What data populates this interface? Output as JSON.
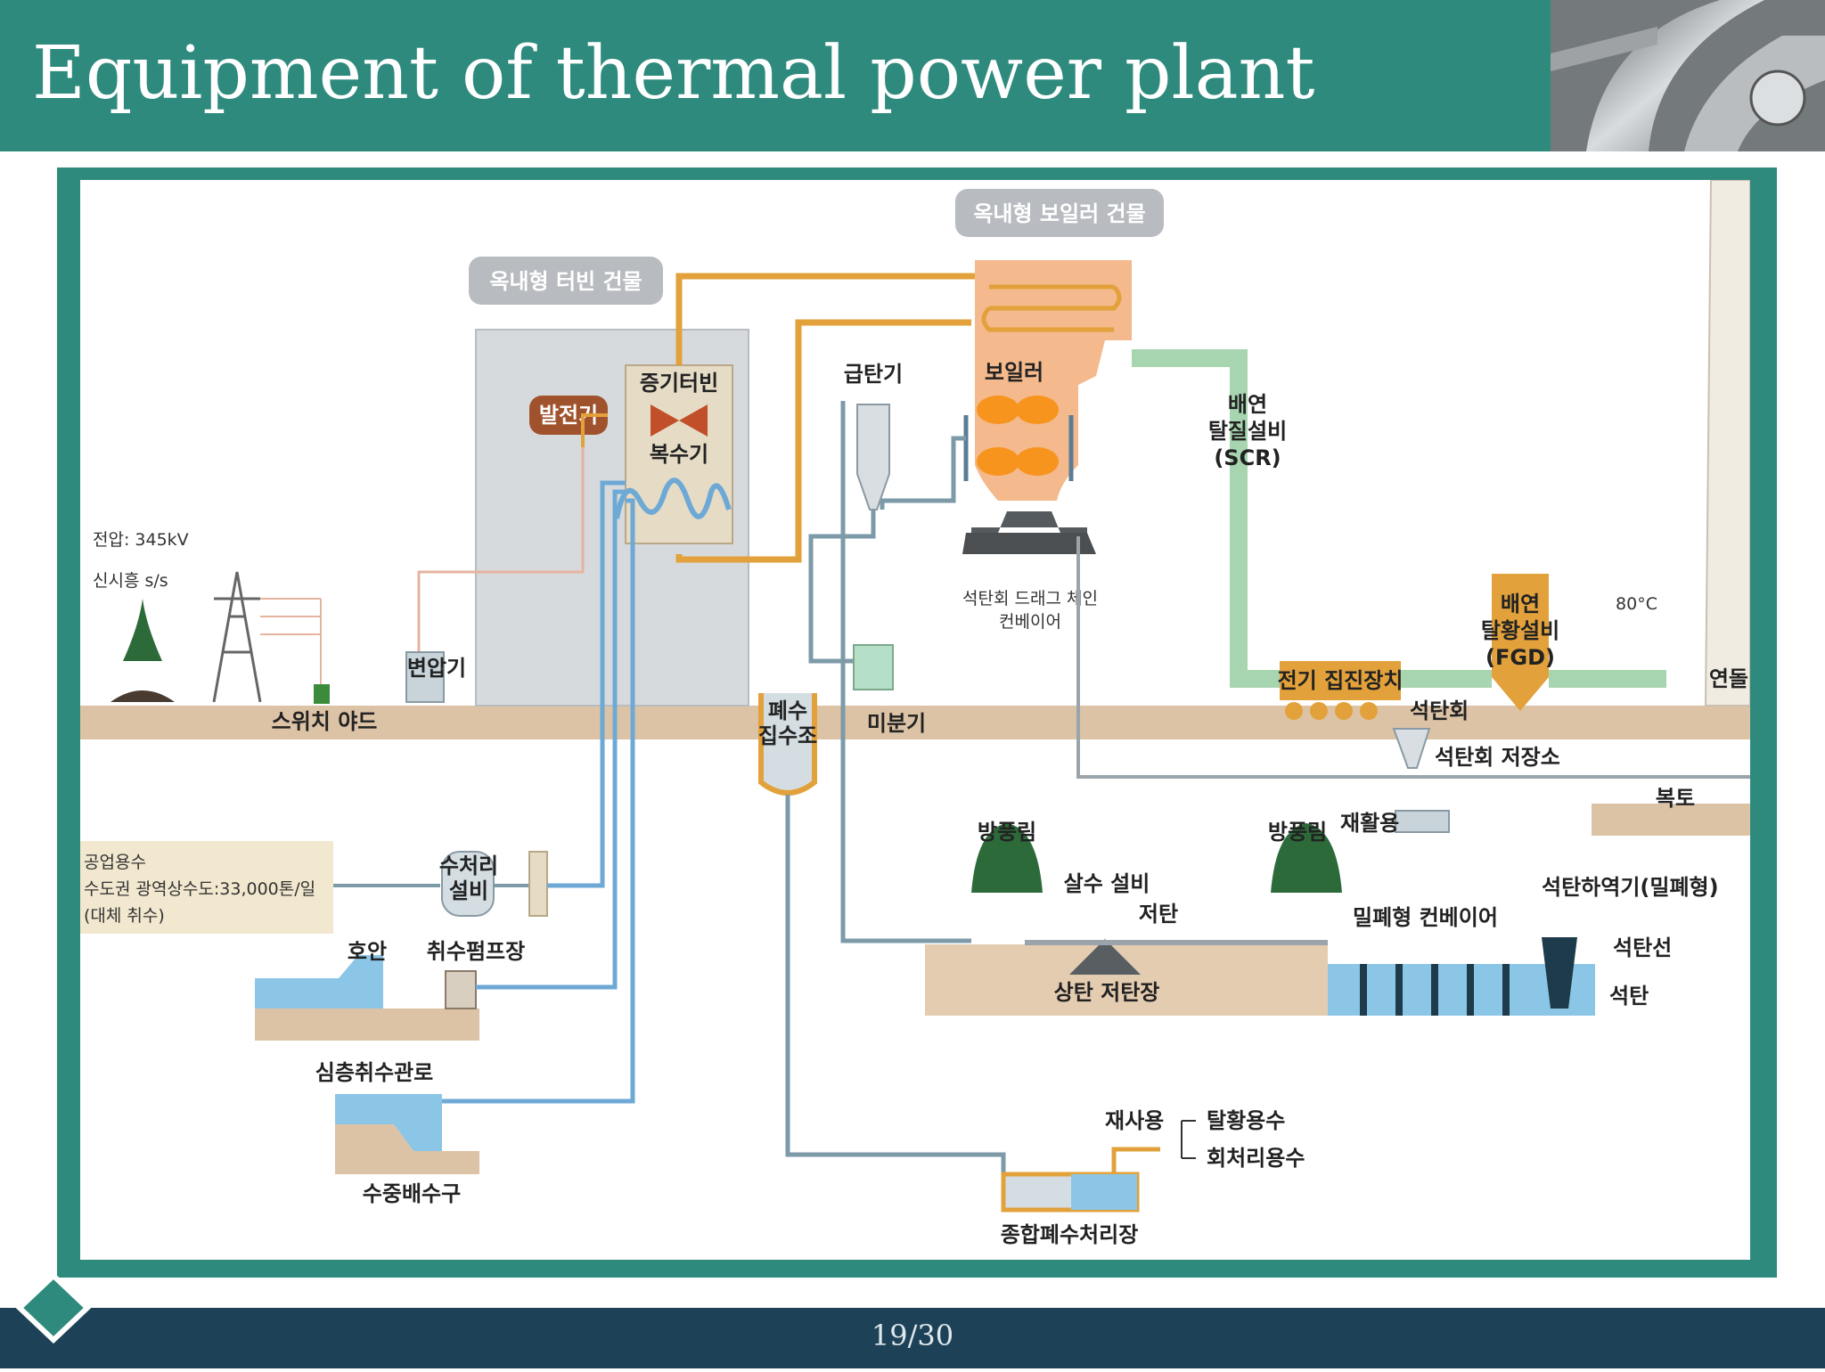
{
  "slide": {
    "title": "Equipment of thermal power plant",
    "page_number": "19/30"
  },
  "diagram": {
    "building_turbine": "옥내형 터빈 건물",
    "building_boiler": "옥내형 보일러 건물",
    "steam_turbine": "증기터빈",
    "generator": "발전기",
    "condenser": "복수기",
    "coal_feeder": "급탄기",
    "boiler": "보일러",
    "scr_line1": "배연",
    "scr_line2": "탈질설비",
    "scr_line3": "(SCR)",
    "ash_conveyor_line1": "석탄회 드래그 체인",
    "ash_conveyor_line2": "컨베이어",
    "voltage": "전압: 345kV",
    "substation": "신시흥 s/s",
    "transformer": "변압기",
    "switch_yard": "스위치 야드",
    "waste_sump_line1": "폐수",
    "waste_sump_line2": "집수조",
    "pulverizer": "미분기",
    "esp": "전기 집진장치",
    "fgd_line1": "배연",
    "fgd_line2": "탈황설비",
    "fgd_line3": "(FGD)",
    "temperature": "80°C",
    "stack": "연돌",
    "coal_ash": "석탄회",
    "ash_storage": "석탄회 저장소",
    "recycling": "재활용",
    "fill_soil": "복토",
    "windbreak_1": "방풍림",
    "windbreak_2": "방풍림",
    "water_supply_line1": "공업용수",
    "water_supply_line2": "수도권 광역상수도:33,000톤/일",
    "water_supply_line3": "(대체 취수)",
    "water_treatment_line1": "수처리",
    "water_treatment_line2": "설비",
    "seawall": "호안",
    "intake_pump": "취수펌프장",
    "sprinkler": "살수 설비",
    "stacker": "저탄",
    "coal_yard": "상탄 저탄장",
    "enclosed_conveyor": "밀폐형 컨베이어",
    "unloader": "석탄하역기(밀폐형)",
    "coal_ship": "석탄선",
    "coal": "석탄",
    "deep_intake": "심층취수관로",
    "underwater_outfall": "수중배수구",
    "reuse": "재사용",
    "desulfur_water": "탈황용수",
    "ash_water": "회처리용수",
    "wastewater_plant": "종합폐수처리장"
  }
}
